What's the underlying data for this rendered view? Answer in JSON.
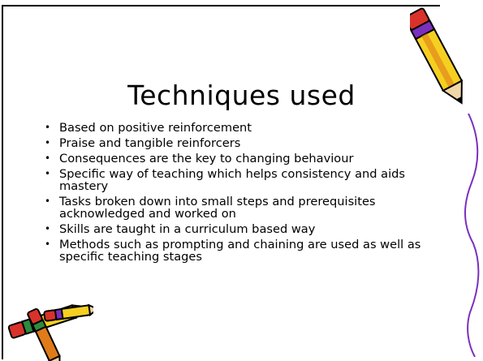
{
  "slide": {
    "title": "Techniques used",
    "bullets": [
      "Based on positive reinforcement",
      "Praise and tangible reinforcers",
      "Consequences are the key to changing behaviour",
      "Specific way of teaching which helps consistency and aids mastery",
      "Tasks broken down into small steps and prerequisites acknowledged and worked on",
      "Skills are taught in a curriculum based way",
      "Methods such as prompting and chaining are used as well as specific teaching stages"
    ]
  },
  "icons": {
    "top_right": "pencil-icon",
    "bottom_left": "pencils-cluster-icon",
    "right_edge": "wavy-border-line"
  },
  "colors": {
    "pencil_yellow": "#F5D020",
    "pencil_orange": "#E07B1A",
    "eraser_red": "#D8322A",
    "ferrule_green": "#2E8B3E",
    "ferrule_purple": "#7B2FBE",
    "border_purple": "#7B2FBE"
  }
}
